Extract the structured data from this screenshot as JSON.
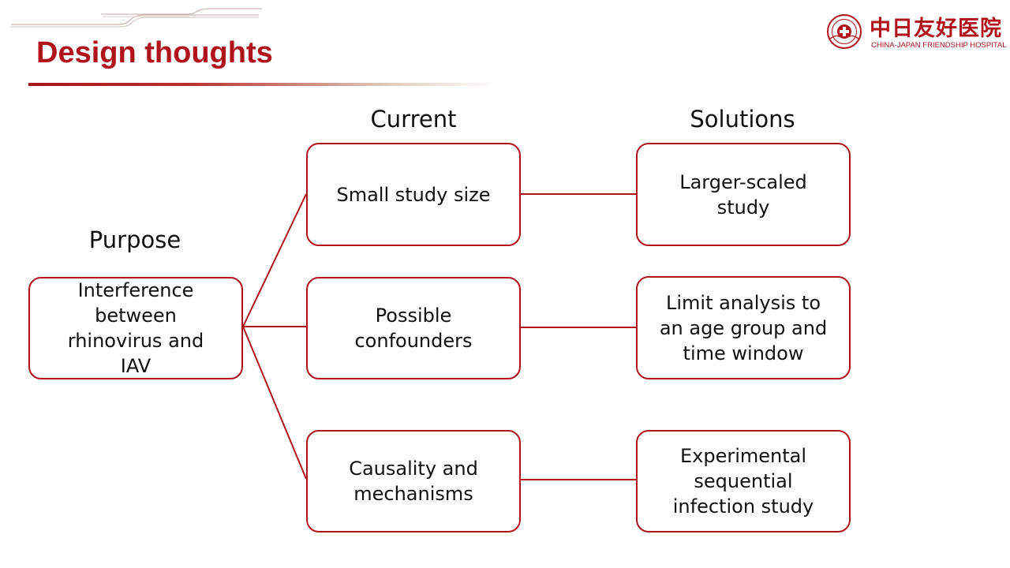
{
  "slide": {
    "title": "Design thoughts"
  },
  "logo": {
    "name_cn": "中日友好医院",
    "name_en": "CHINA-JAPAN FRIENDSHIP HOSPITAL"
  },
  "columns": {
    "purpose": "Purpose",
    "current": "Current",
    "solutions": "Solutions"
  },
  "purpose_box": "Interference\nbetween\nrhinovirus and\nIAV",
  "issues": [
    "Small study size",
    "Possible\nconfounders",
    "Causality and\nmechanisms"
  ],
  "solutions": [
    "Larger-scaled\nstudy",
    "Limit analysis to\nan age group and\ntime window",
    "Experimental\nsequential\ninfection study"
  ],
  "colors": {
    "accent": "#b0131c",
    "text": "#111111",
    "background": "#ffffff"
  }
}
